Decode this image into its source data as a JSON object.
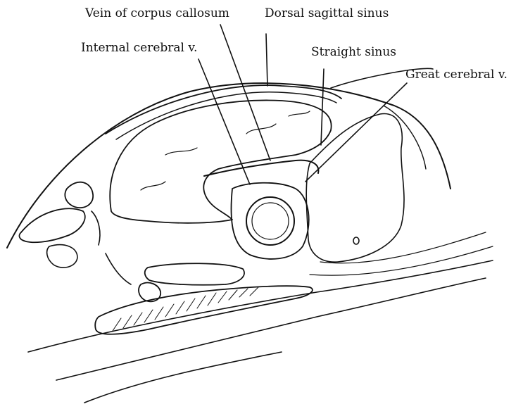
{
  "labels": {
    "vein_of_corpus_callosum": "Vein of corpus callosum",
    "dorsal_sagittal_sinus": "Dorsal sagittal sinus",
    "internal_cerebral_v": "Internal cerebral v.",
    "straight_sinus": "Straight sinus",
    "great_cerebral_v": "Great cerebral v."
  },
  "colors": {
    "ink": "#111111",
    "background": "#ffffff"
  }
}
